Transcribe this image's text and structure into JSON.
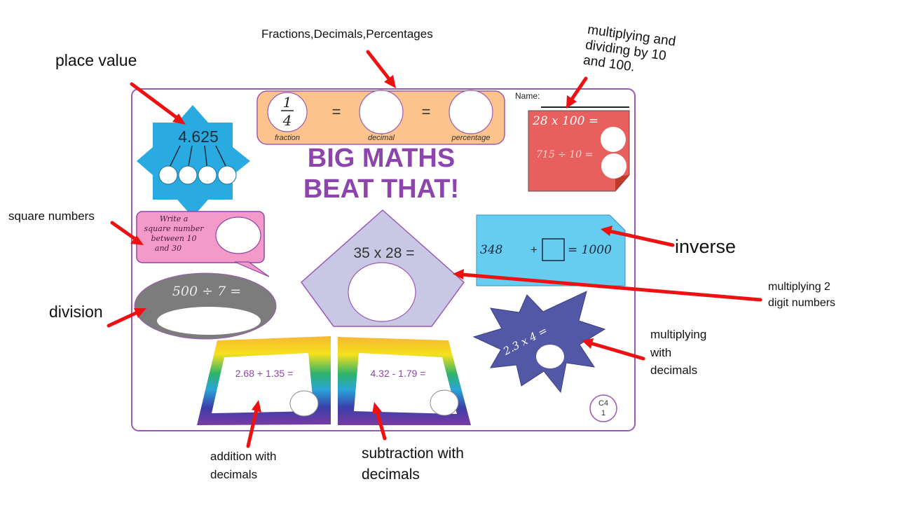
{
  "sheet": {
    "name_label": "Name:",
    "title_line1": "BIG MATHS",
    "title_line2": "BEAT THAT!",
    "place_value_number": "4.625",
    "fraction": {
      "numerator": "1",
      "denominator": "4",
      "equals": "=",
      "fraction_caption": "fraction",
      "decimal_caption": "decimal",
      "percentage_caption": "percentage"
    },
    "note": {
      "line1": "28 x 100 =",
      "line2": "715 ÷ 10 ="
    },
    "square_prompt": [
      "Write a",
      "square number",
      "between 10",
      "and 30"
    ],
    "inverse_equation": {
      "left": "348",
      "plus": "+",
      "right": "= 1000"
    },
    "multiply_2digit": "35 x 28 =",
    "division_equation": "500 ÷ 7 =",
    "decimal_multiply": "2.3 x 4 =",
    "addition_equation": "2.68 + 1.35 =",
    "subtraction_equation": "4.32 - 1.79 =",
    "sheet_code": "C4",
    "sheet_number": "1"
  },
  "annotations": {
    "place_value": "place value",
    "fdp": "Fractions,Decimals,Percentages",
    "multiply_divide_10_100": [
      "multiplying and",
      "dividing by 10",
      "and 100."
    ],
    "square_numbers": "square numbers",
    "inverse": "inverse",
    "division": "division",
    "multiplying_2_digit": [
      "multiplying 2",
      "digit numbers"
    ],
    "multiplying_decimals": [
      "multiplying",
      "with",
      "decimals"
    ],
    "addition_decimals": [
      "addition with",
      "decimals"
    ],
    "subtraction_decimals": [
      "subtraction with",
      "decimals"
    ]
  },
  "colors": {
    "frame": "#9b59b6",
    "arrow": "#ee1111",
    "title": "#8e44ad",
    "star": "#29abe2",
    "fraction_bg": "#fcc48c",
    "note": "#e8605e",
    "speech": "#f49ac8",
    "inverse_card": "#66ccf0",
    "pentagon": "#c8c8e4",
    "division_oval": "#7c7c7c",
    "burst": "#5358a6"
  }
}
